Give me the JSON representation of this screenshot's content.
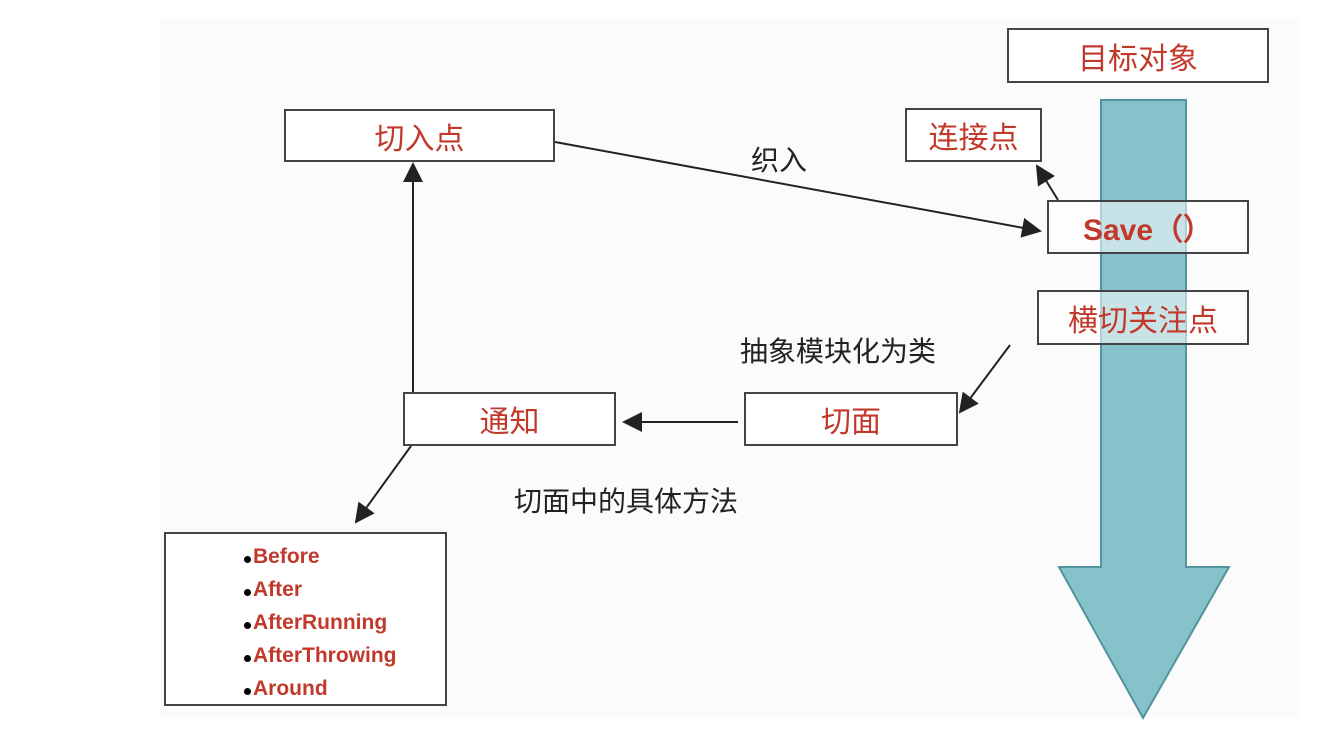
{
  "diagram": {
    "nodes": {
      "target": "目标对象",
      "joinpoint": "连接点",
      "save": "Save（）",
      "pointcut": "切入点",
      "crosscut": "横切关注点",
      "aspect": "切面",
      "advice": "通知"
    },
    "edge_labels": {
      "weave": "织入",
      "abstract": "抽象模块化为类",
      "methods": "切面中的具体方法"
    },
    "advice_types": [
      "Before",
      "After",
      "AfterRunning",
      "AfterThrowing",
      "Around"
    ],
    "colors": {
      "node_text": "#c0392b",
      "border": "#444444",
      "arrow_fill": "#7fbfc7",
      "arrow_stroke": "#4a8f99",
      "label_text": "#222222"
    }
  }
}
